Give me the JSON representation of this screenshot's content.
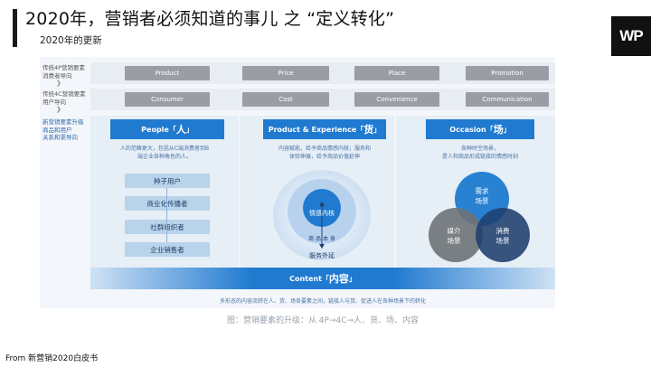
{
  "header": {
    "title": "2020年，营销者必须知道的事儿 之 “定义转化”",
    "subtitle": "2020年的更新",
    "logo_text": "WP"
  },
  "rows": {
    "r1_label": [
      "传统4P营销要素",
      "消费者导向"
    ],
    "r2_label": [
      "传统4C营销要素",
      "用户导向"
    ],
    "r3_label": [
      "新营销要素升级",
      "商品和用户",
      "关系和渠导向"
    ],
    "p4": [
      "Product",
      "Price",
      "Place",
      "Promotion"
    ],
    "c4": [
      "Consumer",
      "Cost",
      "Convenience",
      "Communication"
    ]
  },
  "people": {
    "header_en": "People「",
    "header_cn": "人",
    "header_end": "」",
    "desc": [
      "人的范畴更大，包括从C端消费者到B",
      "端企业各种角色的人。"
    ],
    "items": [
      "种子用户",
      "商业化传播者",
      "社群组织者",
      "企业销售者"
    ]
  },
  "product": {
    "header_en": "Product & Experience「",
    "header_cn": "货",
    "header_end": "」",
    "desc": [
      "内容赋能，给予商品情感内核；服务和",
      "体验伸展，给予商品价值延伸"
    ],
    "inner": "情感内核",
    "mid": "商 品 本 身",
    "outer": "服务外延"
  },
  "occasion": {
    "header_en": "Occasion「",
    "header_cn": "场",
    "header_end": "」",
    "desc": [
      "各种时空场景，",
      "是人和商品形成链接的情感时刻"
    ],
    "c1": [
      "需求",
      "场景"
    ],
    "c2": [
      "媒介",
      "场景"
    ],
    "c3": [
      "消费",
      "场景"
    ]
  },
  "content": {
    "label_en": "Content「",
    "label_cn": "内容",
    "label_end": "」",
    "desc": "多形态的内容流转在人、货、场各要素之间，链接人与货、促进人在各种场景下的转化"
  },
  "caption": "图：营销要素的升级：从 4P→4C→人、货、场、内容",
  "footer": "From 新营销2020白皮书",
  "colors": {
    "accent_blue": "#1f7ad0",
    "gray_box": "#9a9ea4",
    "light_blue_box": "#b9d3ea",
    "dark_navy": "#1f3f6e"
  }
}
